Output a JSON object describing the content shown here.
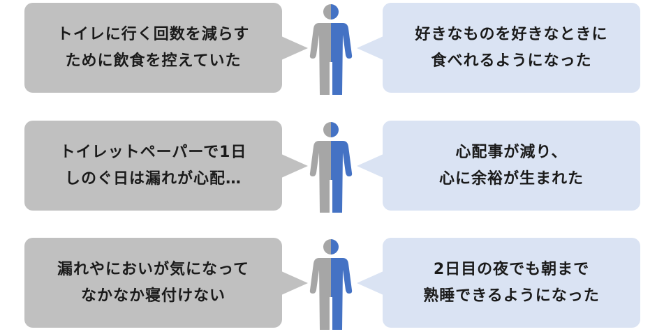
{
  "colors": {
    "before_bubble": "#c0c0c0",
    "after_bubble": "#dae3f3",
    "figure_left": "#a6a6a6",
    "figure_right": "#4472c4",
    "text": "#1a1a1a"
  },
  "rows": [
    {
      "before": "トイレに行く回数を減らす\nために飲食を控えていた",
      "after": "好きなものを好きなときに\n食べれるようになった"
    },
    {
      "before": "トイレットペーパーで1日\nしのぐ日は漏れが心配…",
      "after": "心配事が減り、\n心に余裕が生まれた"
    },
    {
      "before": "漏れやにおいが気になって\nなかなか寝付けない",
      "after": "2日目の夜でも朝まで\n熟睡できるようになった"
    }
  ],
  "icons": {
    "figure": "person-half-gray-half-blue-icon"
  }
}
